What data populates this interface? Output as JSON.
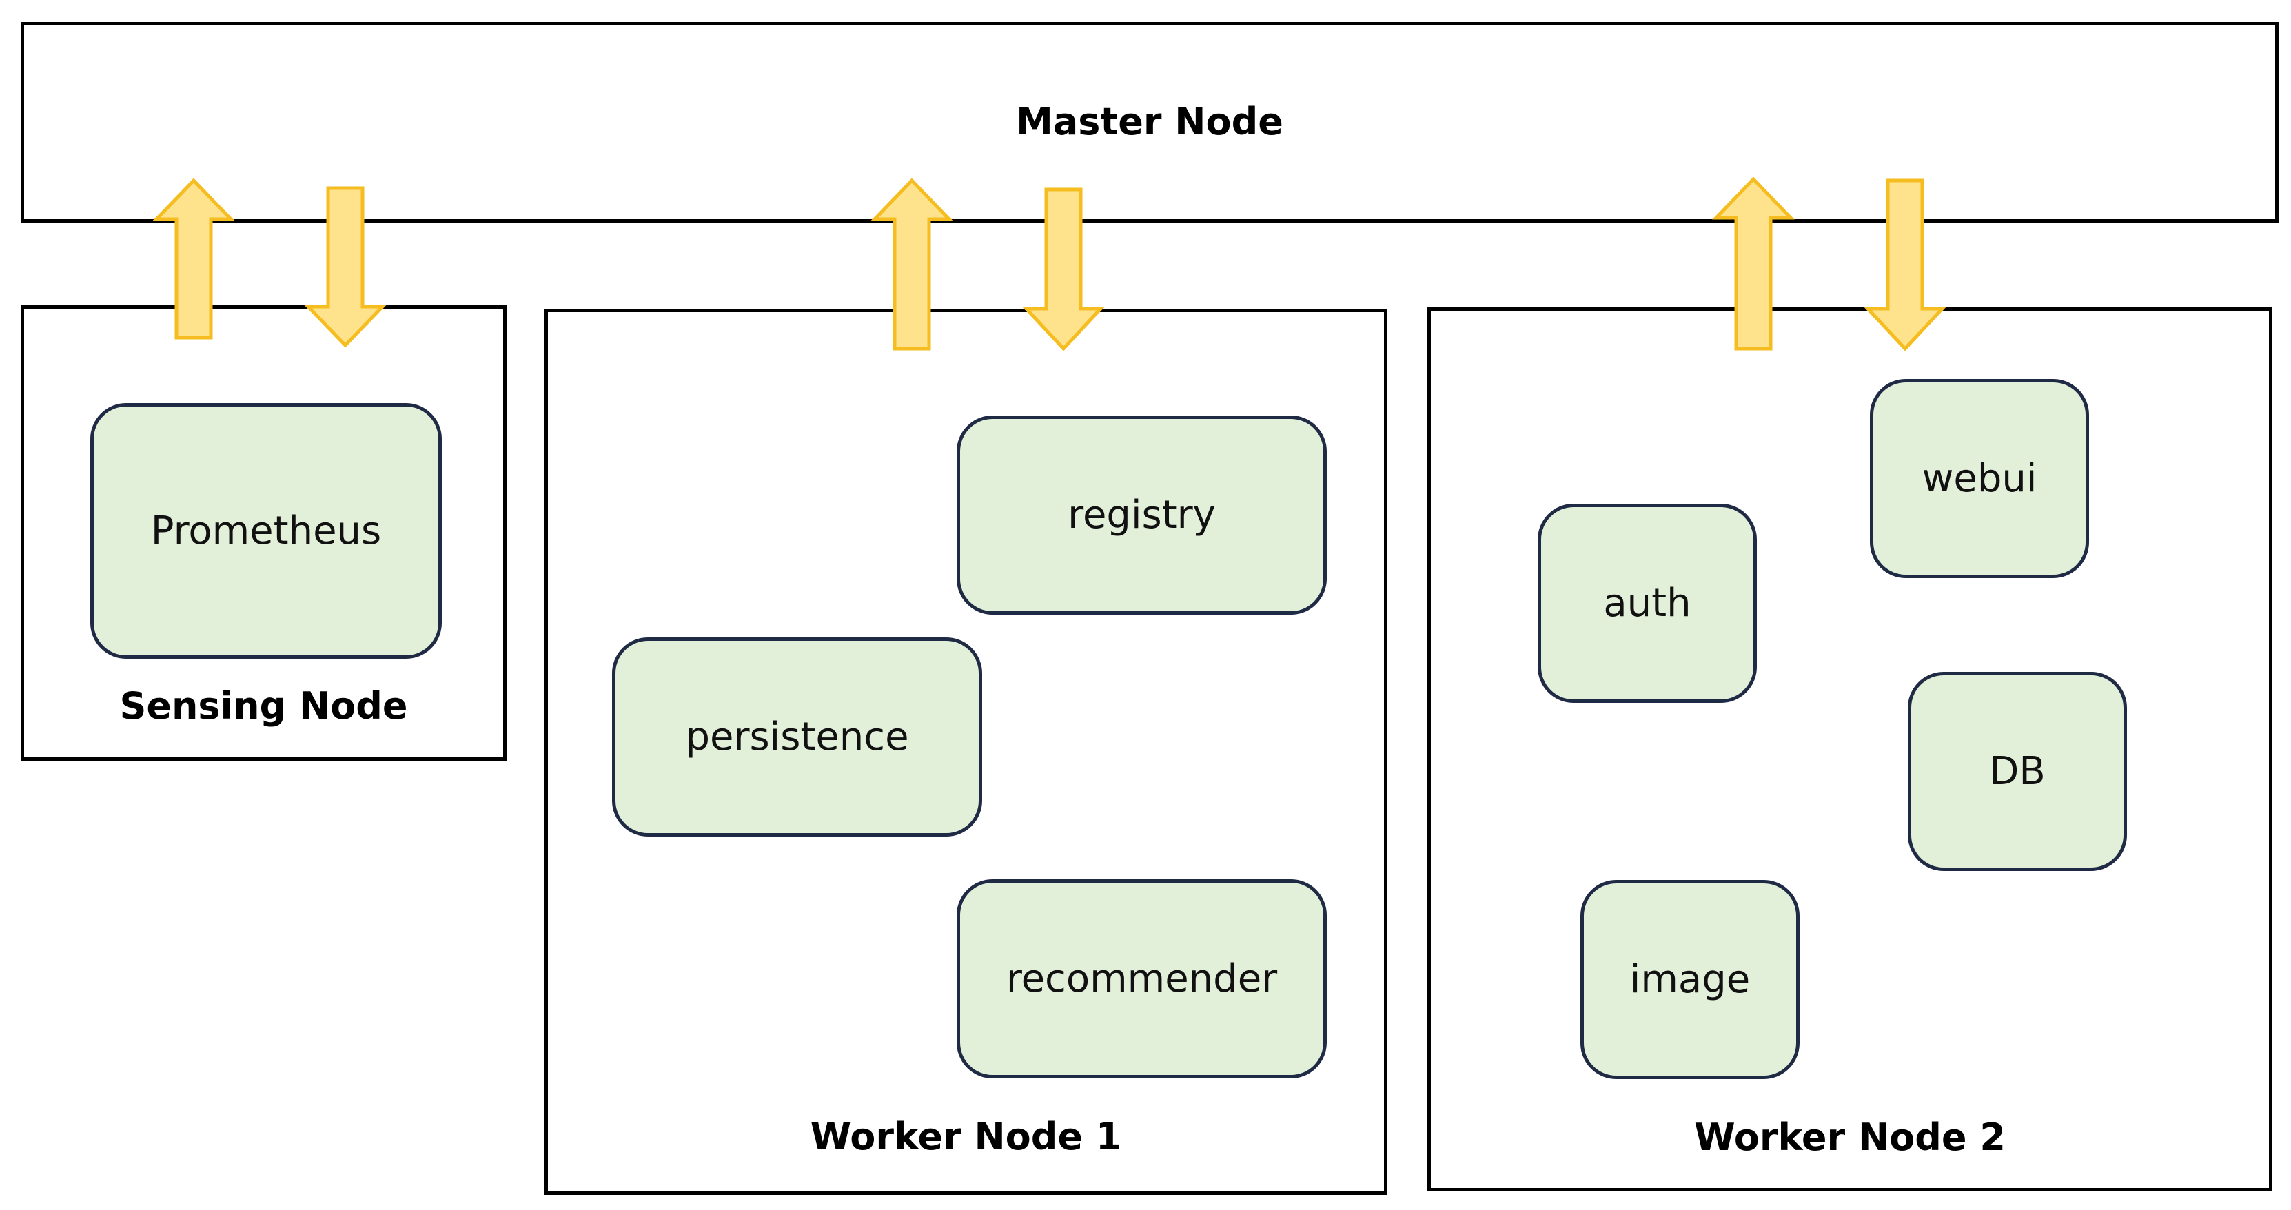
{
  "master": {
    "title": "Master Node"
  },
  "sensing": {
    "title": "Sensing Node",
    "services": [
      "Prometheus"
    ]
  },
  "worker1": {
    "title": "Worker Node 1",
    "services": [
      "registry",
      "persistence",
      "recommender"
    ]
  },
  "worker2": {
    "title": "Worker Node 2",
    "services": [
      "webui",
      "auth",
      "DB",
      "image"
    ]
  },
  "colors": {
    "arrow_fill": "#fee38c",
    "arrow_stroke": "#f5bd1f",
    "service_fill": "#e2efd9",
    "service_border": "#1f2a44"
  }
}
